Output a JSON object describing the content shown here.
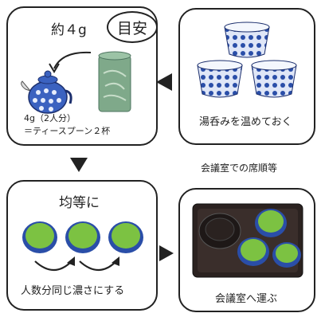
{
  "panel1": {
    "title": "約４g",
    "badge": "目安",
    "note_line1": "4g（2人分）",
    "note_line2": "＝ティースプーン２杯"
  },
  "panel2": {
    "caption": "湯呑みを温めておく"
  },
  "between_label": "会議室での席順等",
  "panel3": {
    "title": "均等に",
    "caption": "人数分同じ濃さにする"
  },
  "panel4": {
    "caption": "会議室へ運ぶ"
  },
  "colors": {
    "border": "#222222",
    "tea_green": "#7cc242",
    "cup_blue": "#2a4ea8",
    "tin_green": "#7fa98a"
  }
}
